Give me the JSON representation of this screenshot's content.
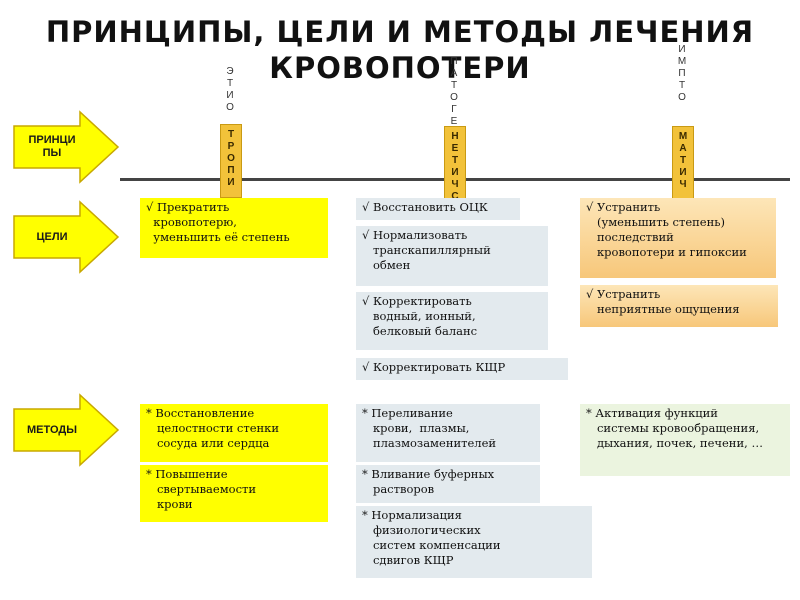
{
  "title": "ПРИНЦИПЫ,  ЦЕЛИ  И  МЕТОДЫ  ЛЕЧЕНИЯ\nКРОВОПОТЕРИ",
  "arrows": {
    "principles": "ПРИНЦИ\nПЫ",
    "goals": "ЦЕЛИ",
    "methods": "МЕТОДЫ"
  },
  "principle_columns": {
    "etiotropic": {
      "top": "Э\nТ\nИ\nО",
      "inner": "Т\nР\nО\nП\nИ"
    },
    "pathogenetic": {
      "top": "П\nА\nТ\nО\nГ\nЕ",
      "inner": "Н\nЕ\nТ\nИ\nЧ\nС"
    },
    "symptomatic": {
      "top": "И\nМ\nП\nТ\nО",
      "inner": "М\nА\nТ\nИ\nЧ"
    }
  },
  "goals": {
    "col1": [
      "√ Прекратить\n  кровопотерю,\n  уменьшить её степень"
    ],
    "col2": [
      "√ Восстановить ОЦК",
      "√ Нормализовать\n   транскапиллярный\n   обмен",
      "√ Корректировать\n   водный, ионный,\n   белковый баланс",
      "√ Корректировать КЩР"
    ],
    "col3": [
      "√ Устранить\n   (уменьшить степень)\n   последствий\n   кровопотери и гипоксии",
      "√ Устранить\n   неприятные ощущения"
    ]
  },
  "methods": {
    "col1": [
      "* Восстановление\n   целостности стенки\n   сосуда или сердца",
      "* Повышение\n   свертываемости\n   крови"
    ],
    "col2": [
      "* Переливание\n   крови,  плазмы,\n   плазмозаменителей",
      "* Вливание буферных\n   растворов",
      "* Нормализация\n   физиологических\n   систем компенсации\n   сдвигов КЩР"
    ],
    "col3": [
      "* Активация функций\n   системы кровообращения,\n   дыхания, почек, печени, …"
    ]
  },
  "colors": {
    "arrow_fill": "#ffff00",
    "arrow_stroke": "#c8a800",
    "pillar": "#f2c23a",
    "yellow_box": "#ffff00",
    "blue_box": "#e3eaee",
    "green_box": "#ebf4df",
    "orange_box": "#f7c77a"
  }
}
